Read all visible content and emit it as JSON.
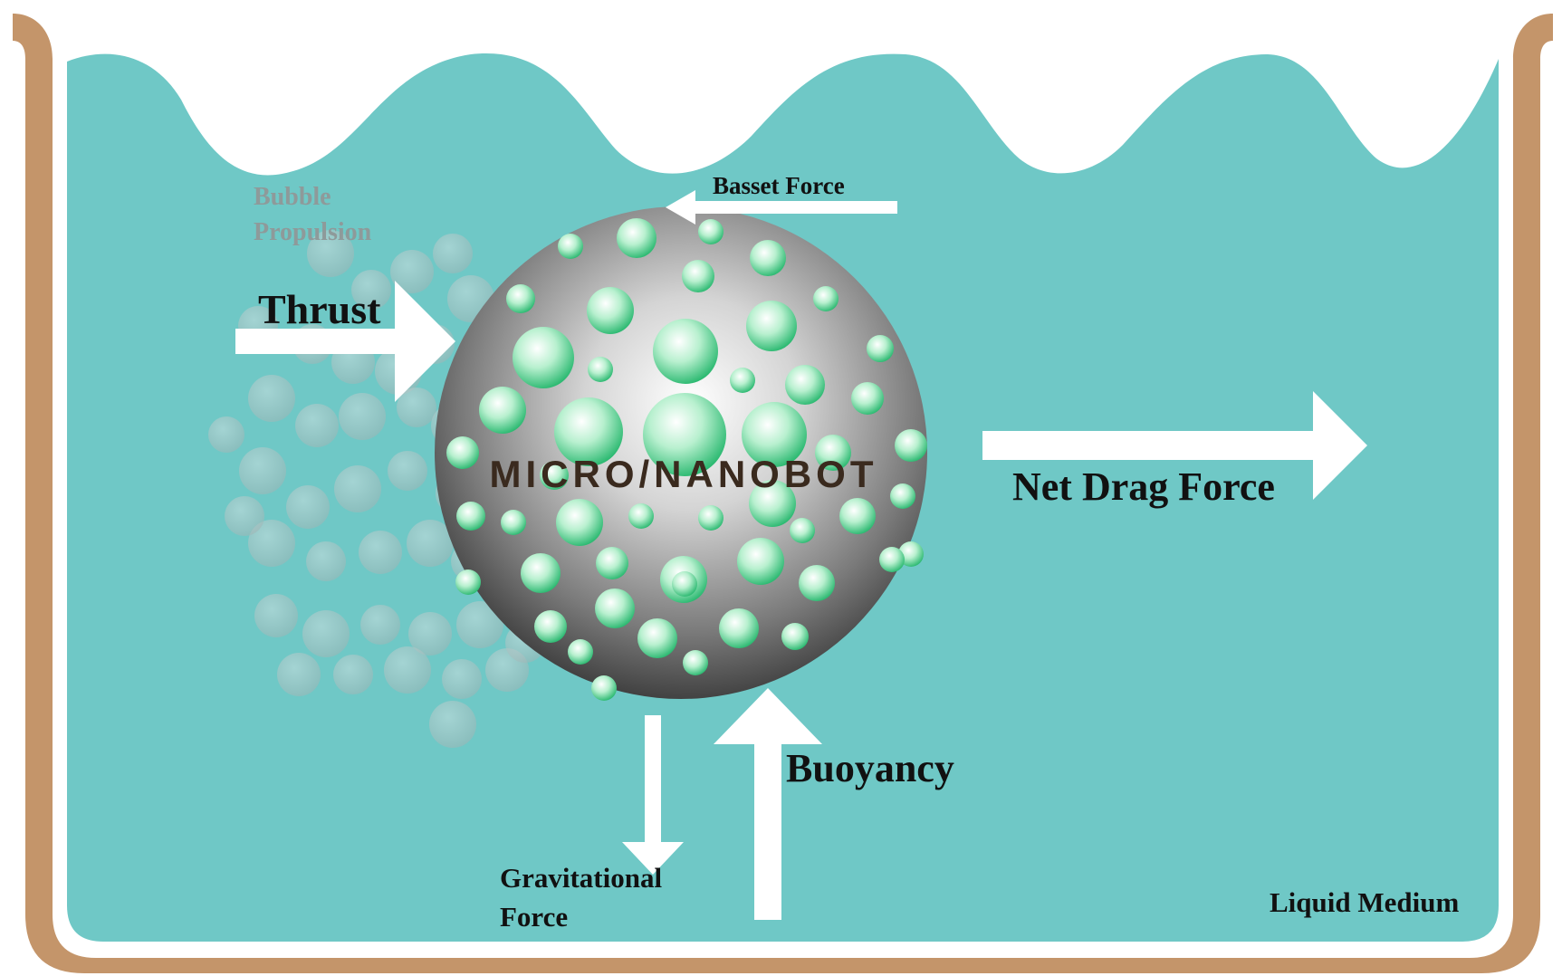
{
  "diagram": {
    "bot_label": "MICRO/NANOBOT",
    "labels": {
      "bubble_line1": "Bubble",
      "bubble_line2": "Propulsion",
      "thrust": "Thrust",
      "basset": "Basset Force",
      "net_drag": "Net Drag Force",
      "buoyancy": "Buoyancy",
      "gravity_line1": "Gravitational",
      "gravity_line2": "Force",
      "medium": "Liquid Medium"
    },
    "colors": {
      "liquid": "#6FC8C6",
      "container": "#C4956A",
      "arrow": "#FFFFFF",
      "bot_label": "#3A2A1E",
      "bubble_label": "#8E9A9A",
      "text": "#111111",
      "bead": "#2EC27A"
    }
  }
}
